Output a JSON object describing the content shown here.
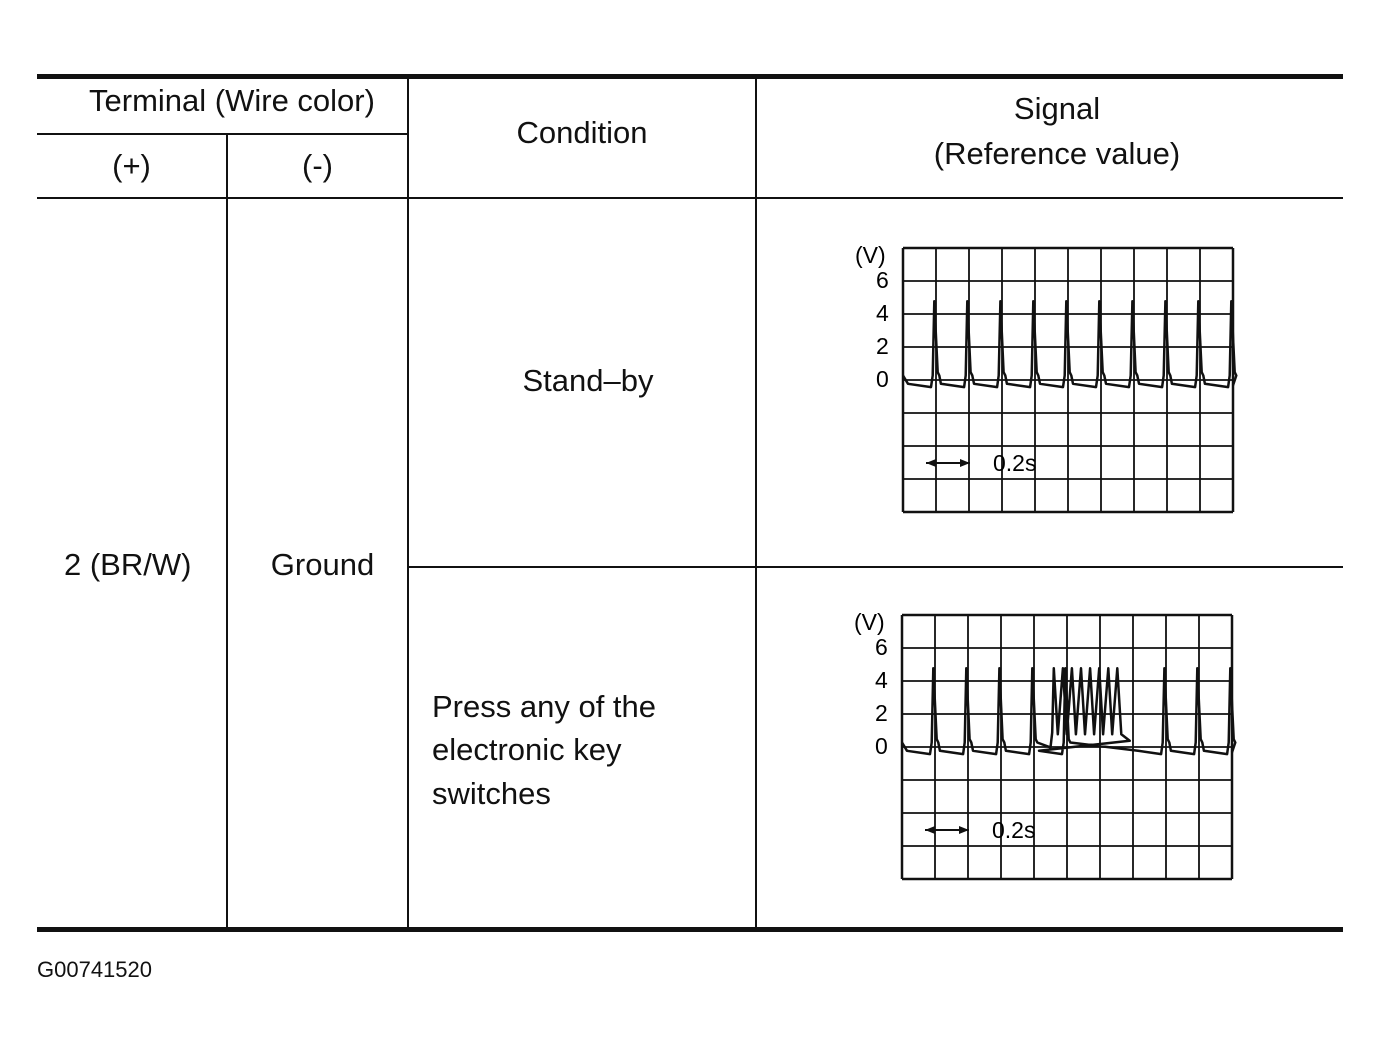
{
  "table": {
    "header": {
      "terminal": "Terminal (Wire color)",
      "plus": "(+)",
      "minus": "(-)",
      "condition": "Condition",
      "signal_line1": "Signal",
      "signal_line2": "(Reference value)"
    },
    "row": {
      "terminal_plus": "2 (BR/W)",
      "terminal_minus": "Ground",
      "conditions": [
        {
          "text_lines": [
            "Stand–by"
          ]
        },
        {
          "text_lines": [
            "Press any of the",
            "electronic key",
            "switches"
          ]
        }
      ]
    }
  },
  "scopes": [
    {
      "unit": "(V)",
      "y_ticks": [
        "6",
        "4",
        "2",
        "0"
      ],
      "time_div": "0.2s",
      "trace": {
        "baseline_v": 0.8,
        "peak_v": 5.5,
        "spike_times": [
          1,
          2,
          3,
          4,
          5,
          6,
          7,
          8,
          9,
          10
        ],
        "burst": false
      }
    },
    {
      "unit": "(V)",
      "y_ticks": [
        "6",
        "4",
        "2",
        "0"
      ],
      "time_div": "0.2s",
      "trace": {
        "baseline_v": 0.8,
        "peak_v": 5.5,
        "spike_times": [
          1,
          2,
          3,
          4,
          5,
          8,
          9,
          10
        ],
        "burst": true,
        "burst_range": [
          4.5,
          6.9
        ],
        "burst_low_v": 1.5
      }
    }
  ],
  "figure_id": "G00741520"
}
